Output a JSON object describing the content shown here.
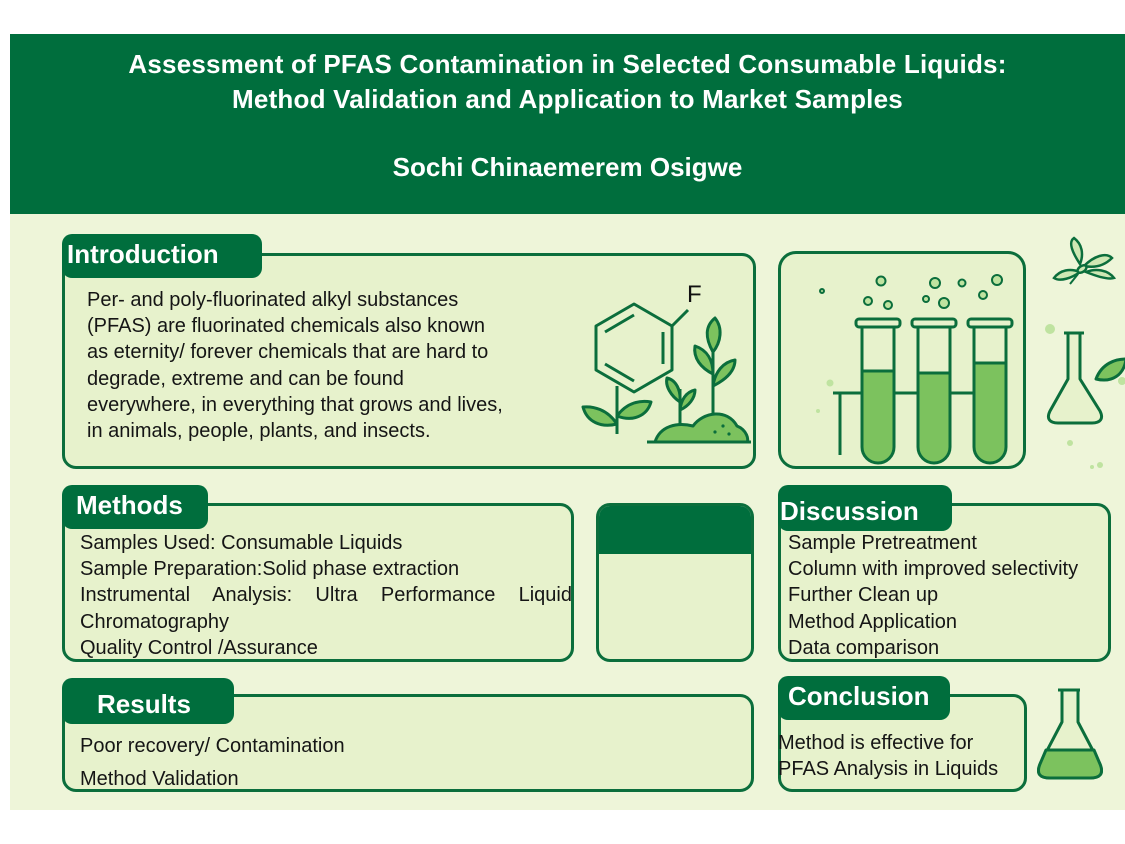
{
  "header": {
    "title_line1": "Assessment of PFAS Contamination in Selected Consumable Liquids:",
    "title_line2": "Method Validation and Application to Market Samples",
    "author": "Sochi Chinaemerem Osigwe"
  },
  "introduction": {
    "heading": "Introduction",
    "lines": [
      "Per- and poly-fluorinated alkyl substances",
      "(PFAS) are fluorinated chemicals also known",
      "as eternity/ forever chemicals that are hard to",
      "degrade, extreme and can be found",
      "everywhere, in everything that grows and lives,",
      "in animals, people, plants, and insects."
    ],
    "molecule_label": "F"
  },
  "methods": {
    "heading": "Methods",
    "items": [
      "Samples Used: Consumable Liquids",
      "Sample Preparation:Solid phase extraction",
      "Instrumental Analysis: Ultra Performance Liquid",
      "Chromatography",
      "Quality Control /Assurance"
    ]
  },
  "discussion": {
    "heading": "Discussion",
    "items": [
      "Sample Pretreatment",
      "Column with improved selectivity",
      "Further Clean up",
      "Method Application",
      "Data comparison"
    ]
  },
  "results": {
    "heading": "Results",
    "items": [
      "Poor recovery/ Contamination",
      "Method Validation"
    ]
  },
  "conclusion": {
    "heading": "Conclusion",
    "lines": [
      "Method is effective for",
      "PFAS Analysis in Liquids"
    ]
  },
  "colors": {
    "banner": "#006e3d",
    "background": "#eef5d9",
    "panel": "#e7f2cc",
    "border": "#0b6e3c",
    "liquid": "#7cc25e"
  }
}
